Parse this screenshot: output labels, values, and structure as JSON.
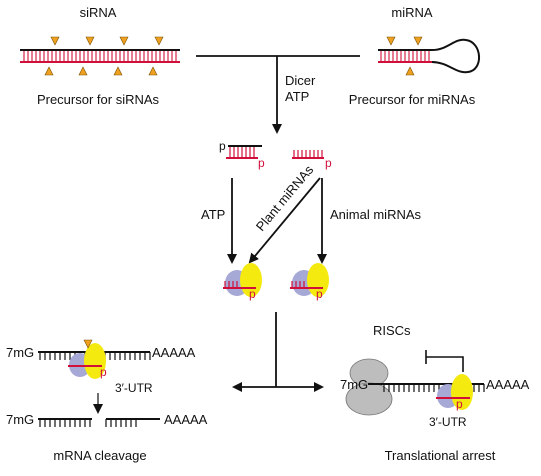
{
  "figure": {
    "sirna_label": "siRNA",
    "mirna_label": "miRNA",
    "sirna_precursor": "Precursor for siRNAs",
    "mirna_precursor": "Precursor for miRNAs",
    "dicer": "Dicer",
    "atp_dicer": "ATP",
    "p": "p",
    "atp_left": "ATP",
    "plant_mirnas": "Plant miRNAs",
    "animal_mirnas": "Animal miRNAs",
    "cap_left": "7mG",
    "polya_left": "AAAAA",
    "utr_left": "3′-UTR",
    "cap_cleaved": "7mG",
    "polya_cleaved": "AAAAA",
    "mrna_cleavage": "mRNA cleavage",
    "riscs": "RISCs",
    "cap_right": "7mG",
    "polya_right": "AAAAA",
    "utr_right": "3′-UTR",
    "translational_arrest": "Translational arrest"
  },
  "colors": {
    "rna_red": "#d0103a",
    "strand_black": "#111111",
    "triangle_orange": "#f0a020",
    "argonaute_blue": "#a6a8d6",
    "protein_yellow": "#f5ea10",
    "ribosome_gray": "#bdbdbd"
  }
}
